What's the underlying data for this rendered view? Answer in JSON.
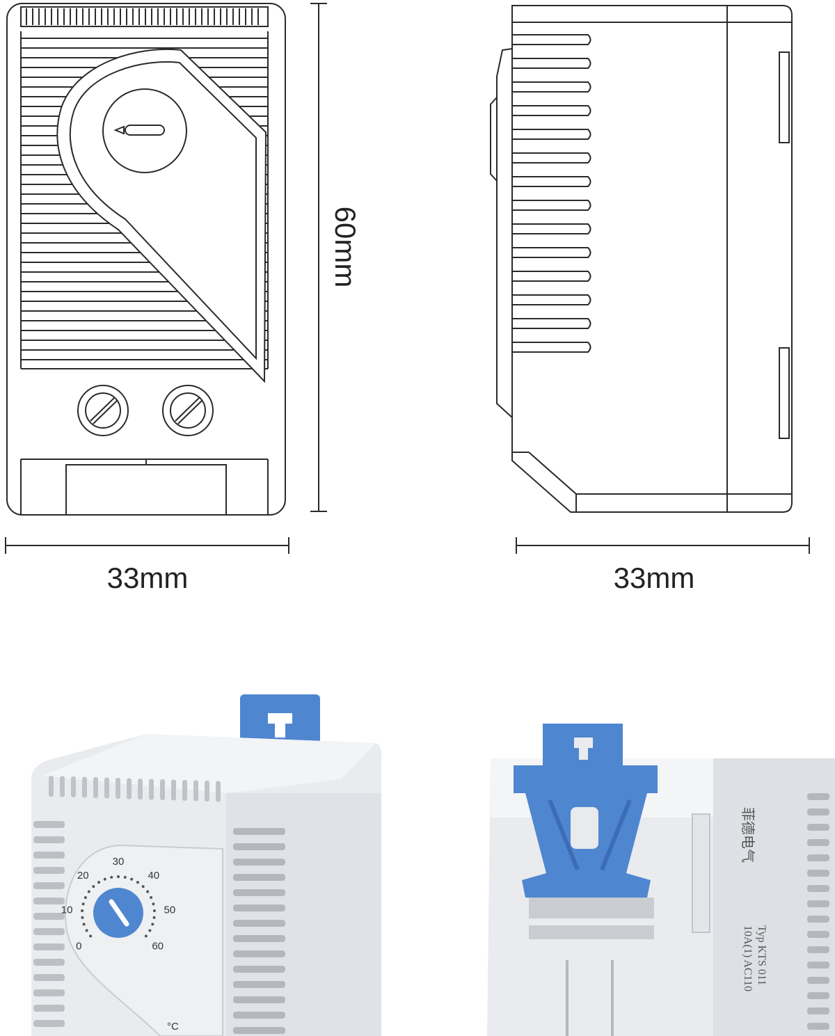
{
  "dimensions": {
    "front_height": "60mm",
    "front_width": "33mm",
    "side_width": "33mm"
  },
  "dial": {
    "scale": [
      "0",
      "10",
      "20",
      "30",
      "40",
      "50",
      "60"
    ],
    "unit": "°C"
  },
  "side_label": {
    "brand_cn": "菲德电气",
    "model": "Typ KTS 011",
    "rating": "10A(1) AC110"
  },
  "colors": {
    "line": "#2a2a2a",
    "housing": "#e6e8eb",
    "clip_blue": "#4f86d0"
  }
}
